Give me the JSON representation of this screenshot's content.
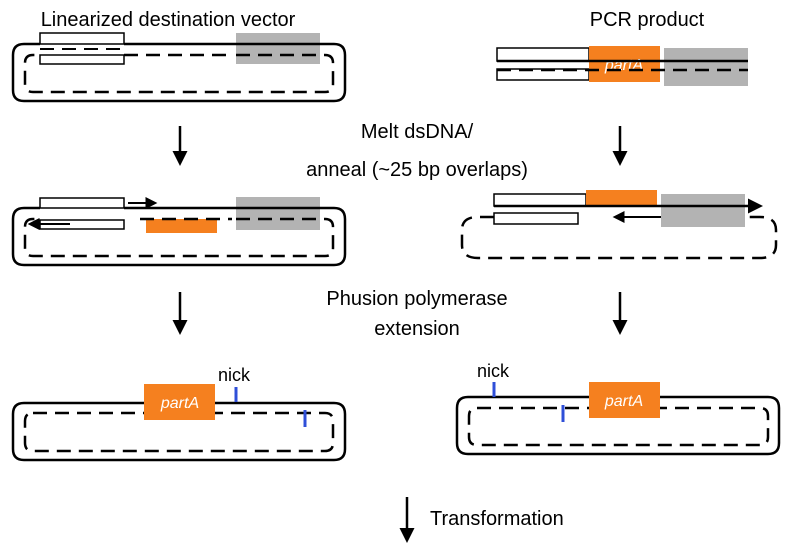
{
  "labels": {
    "left_title": "Linearized destination vector",
    "right_title": "PCR product",
    "step1_line1": "Melt dsDNA/",
    "step1_line2": "anneal (~25 bp overlaps)",
    "step2_line1": "Phusion polymerase",
    "step2_line2": "extension",
    "part_name": "partA",
    "nick": "nick",
    "final_step": "Transformation"
  },
  "colors": {
    "insert": "#f5801f",
    "homology": "#b3b3b3",
    "nick": "#2f4fd8",
    "strand": "#000000"
  }
}
